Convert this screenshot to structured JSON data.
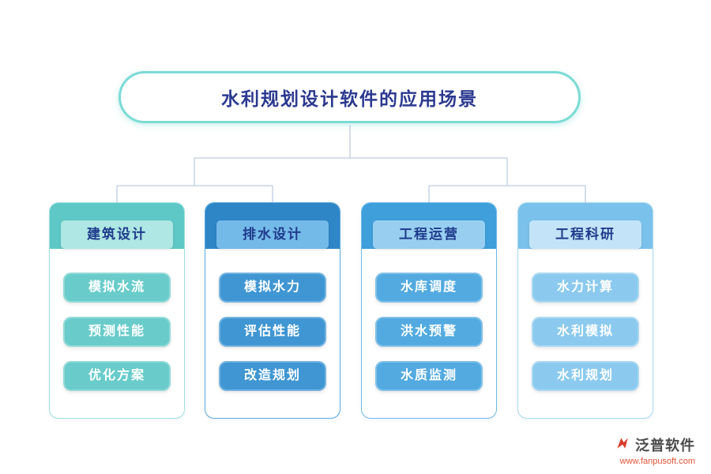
{
  "title": {
    "text": "水利规划设计软件的应用场景",
    "text_color": "#2B3990",
    "border_color": "#7CDBD5"
  },
  "connector_color": "#C5D3E6",
  "columns": [
    {
      "header": "建筑设计",
      "items": [
        "模拟水流",
        "预测性能",
        "优化方案"
      ],
      "colors": {
        "block": "#5EC8C6",
        "label_bg": "#AEE7E3",
        "button": "#69CCCA",
        "border": "#9FE1DD"
      }
    },
    {
      "header": "排水设计",
      "items": [
        "模拟水力",
        "评估性能",
        "改造规划"
      ],
      "colors": {
        "block": "#2E86C7",
        "label_bg": "#74BAE8",
        "button": "#3F96D3",
        "border": "#5BA9DC"
      }
    },
    {
      "header": "工程运营",
      "items": [
        "水库调度",
        "洪水预警",
        "水质监测"
      ],
      "colors": {
        "block": "#3E9FDB",
        "label_bg": "#98CFF0",
        "button": "#52AAE0",
        "border": "#6FB9E6"
      }
    },
    {
      "header": "工程科研",
      "items": [
        "水力计算",
        "水利模拟",
        "水利规划"
      ],
      "colors": {
        "block": "#7AC2EB",
        "label_bg": "#C3E4F8",
        "button": "#8BCAEE",
        "border": "#A9D9F3"
      }
    }
  ],
  "footer": {
    "brand": "泛普软件",
    "url": "www.fanpusoft.com",
    "brand_color": "#4A4A4A",
    "url_color": "#E2533A",
    "logo_color": "#D93A2B"
  }
}
